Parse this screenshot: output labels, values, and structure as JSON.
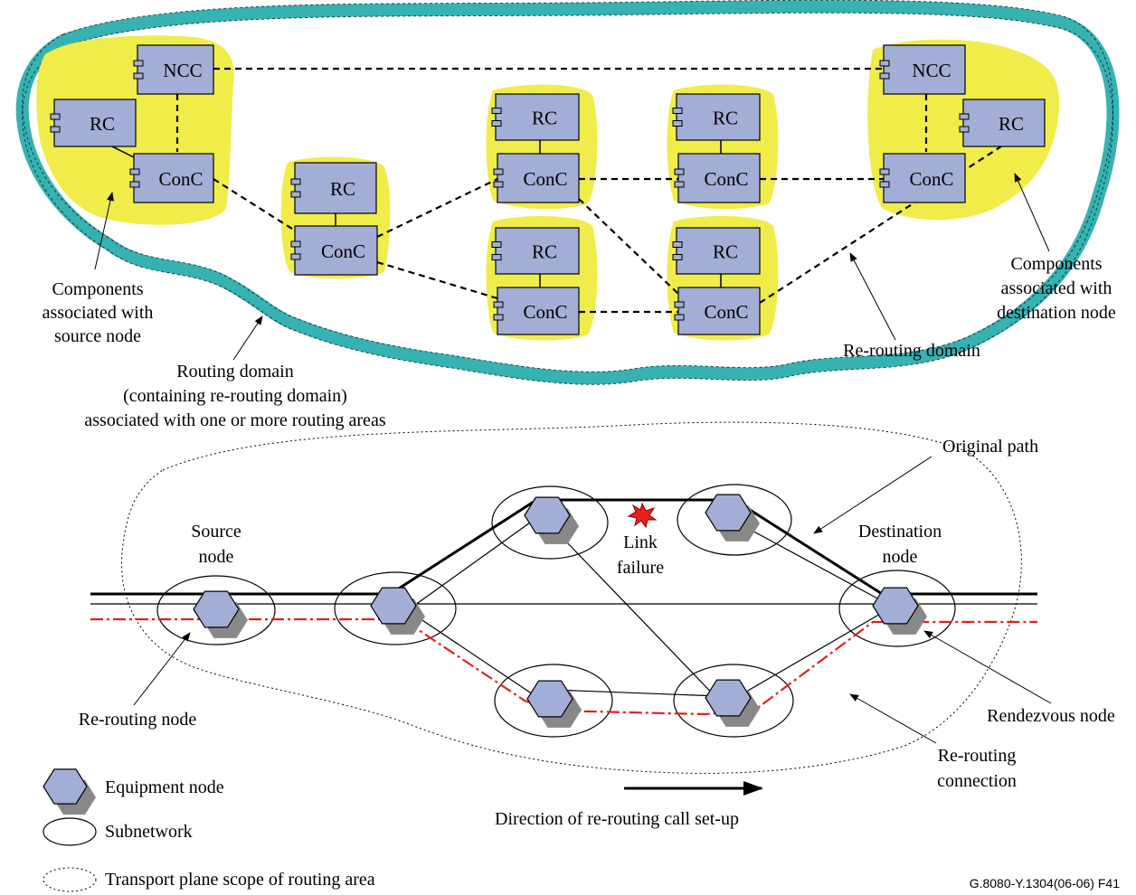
{
  "top": {
    "blob_fill": "#f0ec4a",
    "domain_color": "#36b2b2",
    "box_fill": "#a3aed6",
    "components": {
      "ncc": "NCC",
      "rc": "RC",
      "conc": "ConC"
    },
    "labels": {
      "source_components": [
        "Components",
        "associated with",
        "source node"
      ],
      "routing_domain": [
        "Routing domain",
        "(containing re-routing domain)",
        "associated with one or more routing areas"
      ],
      "rerouting_domain": "Re-routing domain",
      "dest_components": [
        "Components",
        "associated with",
        "destination node"
      ]
    }
  },
  "bottom": {
    "node_fill": "#a3aed6",
    "node_shadow": "#888888",
    "reroute_color": "#e0201c",
    "failure_color": "#e8201a",
    "labels": {
      "original_path": "Original path",
      "source_node": [
        "Source",
        "node"
      ],
      "link_failure": [
        "Link",
        "failure"
      ],
      "destination_node": [
        "Destination",
        "node"
      ],
      "rerouting_node": "Re-routing node",
      "rendezvous_node": "Rendezvous node",
      "rerouting_connection": [
        "Re-routing",
        "connection"
      ],
      "direction": "Direction of re-routing call set-up"
    },
    "legend": {
      "equipment_node": "Equipment node",
      "subnetwork": "Subnetwork",
      "transport_scope": "Transport plane scope of routing area"
    }
  },
  "figure_id": "G.8080-Y.1304(06-06)_F41"
}
